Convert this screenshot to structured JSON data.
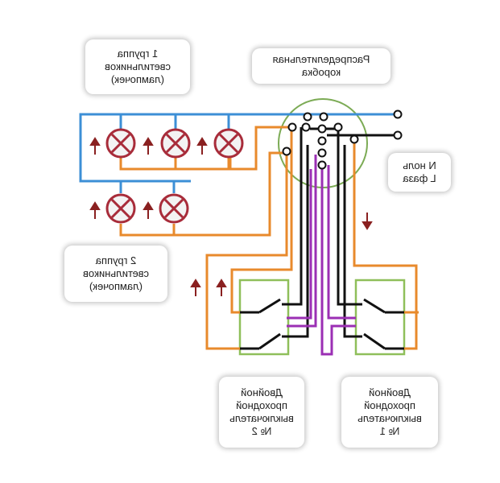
{
  "labels": {
    "group1": [
      "1 группа",
      "светильников",
      "(лампочек)"
    ],
    "group2": [
      "2 группа",
      "светильников",
      "(лампочек)"
    ],
    "junction_box": [
      "Распределительная",
      "коробка"
    ],
    "supply": [
      "N ноль",
      "L фаза"
    ],
    "switch1": [
      "Двойной",
      "проходной",
      "выключатель",
      "№ 1"
    ],
    "switch2": [
      "Двойной",
      "проходной",
      "выключатель",
      "№ 2"
    ]
  },
  "colors": {
    "neutral": "#3c8fd6",
    "phase": "#111111",
    "switched": "#e88a2c",
    "traveler": "#9b2fb4",
    "lamp": "#a82c3a",
    "arrow": "#8a2020",
    "box": "#8fbf5a",
    "junction_ring": "#7cab55"
  },
  "icons": {
    "lamp": "lamp-icon",
    "arrow": "arrow-up-icon",
    "terminal": "terminal-icon"
  }
}
